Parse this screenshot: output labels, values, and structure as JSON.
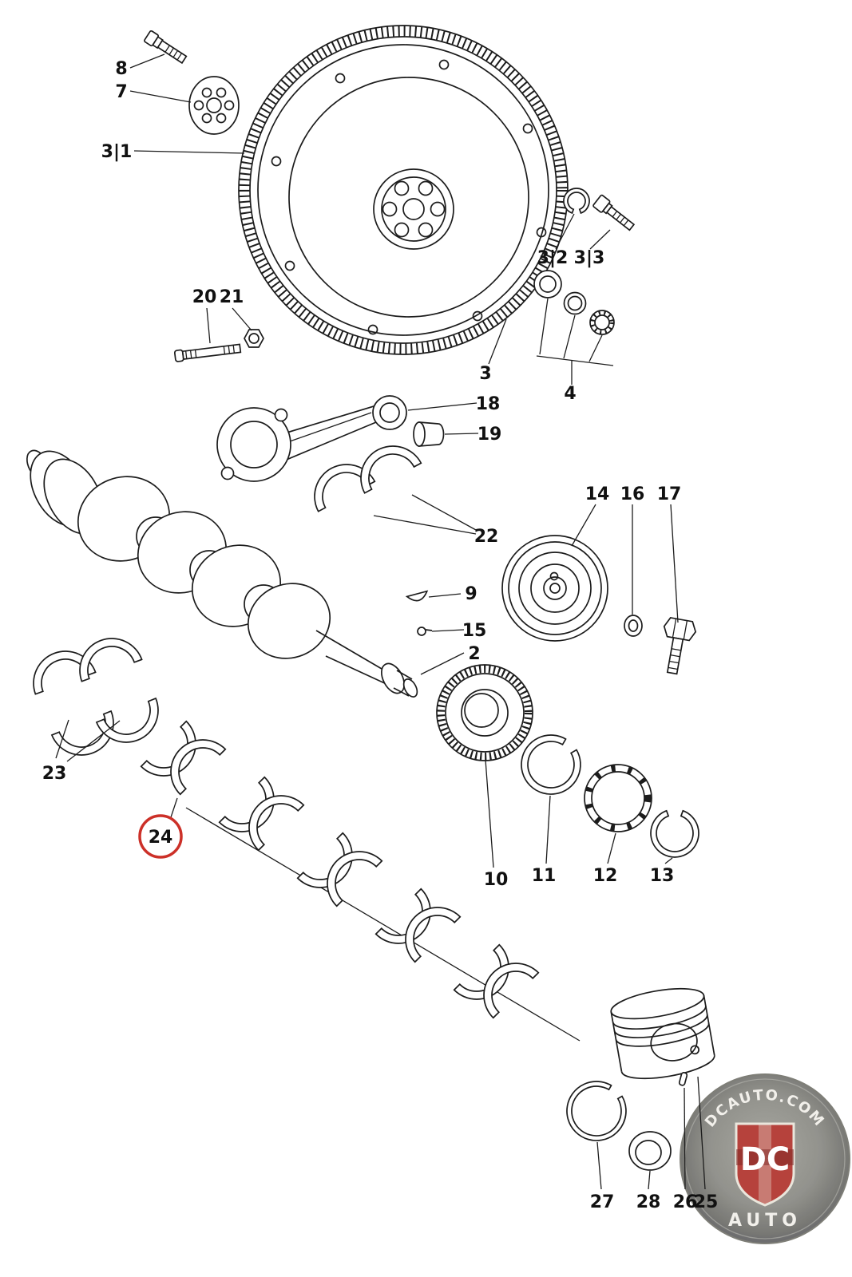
{
  "page": {
    "background": "#ffffff",
    "line_color": "#1c1c1c",
    "label_color": "#111111",
    "highlight_color": "#cc3028"
  },
  "labels": {
    "part8": "8",
    "part7": "7",
    "part3_1": "3|1",
    "part20": "20",
    "part21": "21",
    "part3_2": "3|2",
    "part3_3": "3|3",
    "part3": "3",
    "part4": "4",
    "part18": "18",
    "part19": "19",
    "part22": "22",
    "part14": "14",
    "part16": "16",
    "part17": "17",
    "part9": "9",
    "part15": "15",
    "part2": "2",
    "part23": "23",
    "part24": "24",
    "part10": "10",
    "part11": "11",
    "part12": "12",
    "part13": "13",
    "part27": "27",
    "part28": "28",
    "part26": "26",
    "part25": "25"
  },
  "highlight": {
    "circled_part": "24"
  },
  "logo": {
    "arc_text": "DCAUTO.COM",
    "monogram": "DC",
    "sub_text": "AUTO",
    "shield_color": "#b23730"
  }
}
